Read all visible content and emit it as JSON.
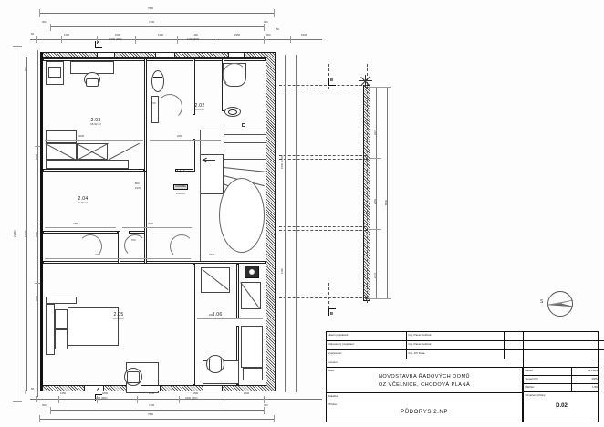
{
  "sheet": {
    "drawing_title": "PŮDORYS 2.NP",
    "project_title_line1": "NOVOSTAVBA ŘADOVÝCH DOMŮ",
    "project_title_line2": "OZ VČELNICE, CHODOVÁ PLANÁ"
  },
  "title_block": {
    "rows": [
      {
        "label": "Hlavní projektant:",
        "value": "Ing. Pavel Kučírek"
      },
      {
        "label": "Odpovědný projektant:",
        "value": "Ing. Pavel Kučírek"
      },
      {
        "label": "Vypracoval:",
        "value": "Ing. Jiří Tupa"
      },
      {
        "label": "Investor:",
        "value": ""
      },
      {
        "label": "Akce:",
        "value": ""
      },
      {
        "label": "Zakázka:",
        "value": ""
      },
      {
        "label": "Příloha:",
        "value": ""
      }
    ],
    "right": {
      "date_label": "Datum:",
      "date_value": "01.2024",
      "stage_label": "Stupeň PD:",
      "stage_value": "DPS",
      "scale_label": "Měřítko:",
      "scale_value": "1:50",
      "dwg_no_label": "Označení přílohy:",
      "dwg_no_value": "D.02"
    }
  },
  "compass": {
    "north_label": "S",
    "icon": "north-arrow-icon"
  },
  "sections": {
    "a_top": "A",
    "a_bottom": "A",
    "b_top": "B",
    "b_bottom": "B"
  },
  "rooms": [
    {
      "id": "2.01",
      "number": "2.01",
      "area": "9.90 m²",
      "tag": "CHODBA"
    },
    {
      "id": "2.02",
      "number": "2.02",
      "area": "4.65 m²"
    },
    {
      "id": "2.03",
      "number": "2.03",
      "area": "15.92 m²"
    },
    {
      "id": "2.04",
      "number": "2.04",
      "area": "4.19 m²"
    },
    {
      "id": "2.05",
      "number": "2.05",
      "area": "20.40 m²"
    },
    {
      "id": "2.06",
      "number": "2.06",
      "area": "14.92 m²"
    }
  ],
  "dimensions": {
    "top_overall": "7850",
    "top_inner": "7100",
    "top_left_off": "300",
    "top_right_off": "300",
    "top_edge_l": "50",
    "top_edge_r": "50",
    "top_far_right": "1925",
    "top_chain": [
      {
        "v": "1450"
      },
      {
        "v": "1500",
        "sub": "1500 (900)"
      },
      {
        "v": "1250"
      },
      {
        "v": "1100",
        "sub": "1100 (900)"
      },
      {
        "v": "2350"
      },
      {
        "v": "300"
      }
    ],
    "bottom_chain": [
      {
        "v": "1350"
      },
      {
        "v": "1800",
        "sub": "1800 (900)"
      },
      {
        "v": "1400"
      },
      {
        "v": "1800",
        "sub": "1800 (900)"
      },
      {
        "v": "1500"
      }
    ],
    "bottom_overall": "7850",
    "bottom_inner": "7100",
    "bottom_off_l": "300",
    "bottom_off_r": "300",
    "bottom_edge": "50",
    "left_overall": "13450",
    "left_inner": "12700",
    "left_top_off": "300",
    "left_bot_off": "300",
    "left_chain": [
      "3150",
      "3150",
      "3150",
      "3150"
    ],
    "right_overall": "6800",
    "right_chain": [
      "2275",
      "2250",
      "2275"
    ],
    "right_small": "1500 (1200)",
    "right_small2": "1100",
    "interior": {
      "r203_w": "4000",
      "r203_h": "900",
      "r202_w": "3250",
      "r204_w": "2750",
      "r204_gap": "2500",
      "r205_w": "4200",
      "r206_w": "2700",
      "r206_w2": "2900",
      "door_800": "800",
      "door_1970": "1970",
      "door_700": "700",
      "wall_150": "150",
      "wall_300": "300",
      "wall_100": "100"
    }
  }
}
